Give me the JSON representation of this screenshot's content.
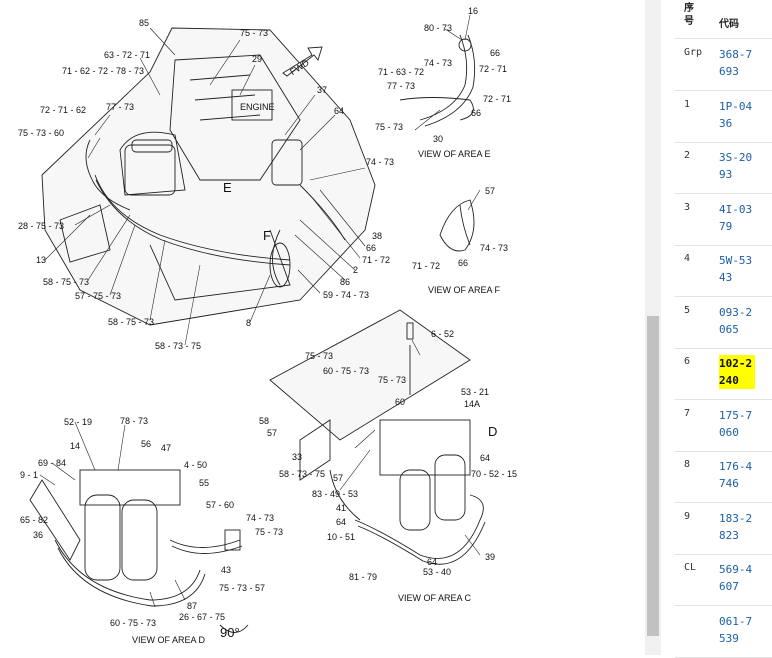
{
  "diagram": {
    "captions": {
      "area_e": "VIEW OF AREA E",
      "area_f": "VIEW OF AREA F",
      "area_c": "VIEW OF AREA C",
      "area_d": "VIEW OF AREA D",
      "fwd": "FWD",
      "engine": "ENGINE",
      "rotation": "90°",
      "mark_e": "E",
      "mark_f": "F",
      "mark_d": "D"
    },
    "callouts": {
      "c85": "85",
      "c75_73_a": "75 - 73",
      "c63_72_71": "63 - 72 - 71",
      "c29": "29",
      "c71_62_72_78_73": "71 - 62 - 72 - 78 - 73",
      "c72_71_62": "72 - 71 - 62",
      "c77_73_a": "77 - 73",
      "c37": "37",
      "c64_a": "64",
      "c75_73_60": "75 - 73 - 60",
      "c74_73_a": "74 - 73",
      "c28_75_73": "28 - 75 - 73",
      "c13": "13",
      "c58_75_73_a": "58 - 75 - 73",
      "c57_75_73": "57 - 75 - 73",
      "c58_75_73_b": "58 - 75 - 73",
      "c58_73_75": "58 - 73 - 75",
      "c8": "8",
      "c59_74_73": "59 - 74 - 73",
      "c86": "86",
      "c2": "2",
      "c71_72_a": "71 - 72",
      "c66_a": "66",
      "c38": "38",
      "c16": "16",
      "c80_73": "80 - 73",
      "c66_b": "66",
      "c74_73_b": "74 - 73",
      "c72_71_a": "72 - 71",
      "c71_63_72": "71 - 63 - 72",
      "c77_73_b": "77 - 73",
      "c72_71_b": "72 - 71",
      "c66_c": "66",
      "c75_73_b": "75 - 73",
      "c30": "30",
      "c57": "57",
      "c74_73_c": "74 - 73",
      "c71_72_b": "71 - 72",
      "c66_d": "66",
      "c6_52": "6 - 52",
      "c75_73_c": "75 - 73",
      "c60_75_73_a": "60 - 75 - 73",
      "c75_73_d": "75 - 73",
      "c58": "58",
      "c57_b": "57",
      "c60": "60",
      "c53_21": "53 - 21",
      "c14a": "14A",
      "c33": "33",
      "c64_b": "64",
      "c70_52_15": "70 - 52 - 15",
      "c57_c": "57",
      "c83_49_53": "83 - 49 - 53",
      "c41": "41",
      "c64_c": "64",
      "c10_51": "10 - 51",
      "c39": "39",
      "c64_d": "64",
      "c53_40": "53 - 40",
      "c81_79": "81 - 79",
      "c52_19": "52 - 19",
      "c78_73": "78 - 73",
      "c14": "14",
      "c56": "56",
      "c47": "47",
      "c69_84": "69 - 84",
      "c4_50": "4 - 50",
      "c9_1": "9 - 1",
      "c55": "55",
      "c57_60": "57 - 60",
      "c65_82": "65 - 82",
      "c74_73_d": "74 - 73",
      "c36": "36",
      "c75_73_e": "75 - 73",
      "c43": "43",
      "c75_73_57": "75 - 73 - 57",
      "c60_75_73_b": "60 - 75 - 73",
      "c87": "87",
      "c26_67_75": "26 - 67 - 75"
    }
  },
  "parts_list": {
    "header": {
      "seq": "序号",
      "code": "代码"
    },
    "rows": [
      {
        "seq": "Grp",
        "code": "368-7693"
      },
      {
        "seq": "1",
        "code": "1P-0436"
      },
      {
        "seq": "2",
        "code": "3S-2093"
      },
      {
        "seq": "3",
        "code": "4I-0379"
      },
      {
        "seq": "4",
        "code": "5W-5343"
      },
      {
        "seq": "5",
        "code": "093-2065"
      },
      {
        "seq": "6",
        "code": "102-2240",
        "highlighted": true
      },
      {
        "seq": "7",
        "code": "175-7060"
      },
      {
        "seq": "8",
        "code": "176-4746"
      },
      {
        "seq": "9",
        "code": "183-2823"
      },
      {
        "seq": "CL",
        "code": "569-4607"
      },
      {
        "seq": "",
        "code": "061-7539"
      }
    ]
  },
  "colors": {
    "link": "#1a5fa8",
    "highlight": "#ffff00"
  }
}
